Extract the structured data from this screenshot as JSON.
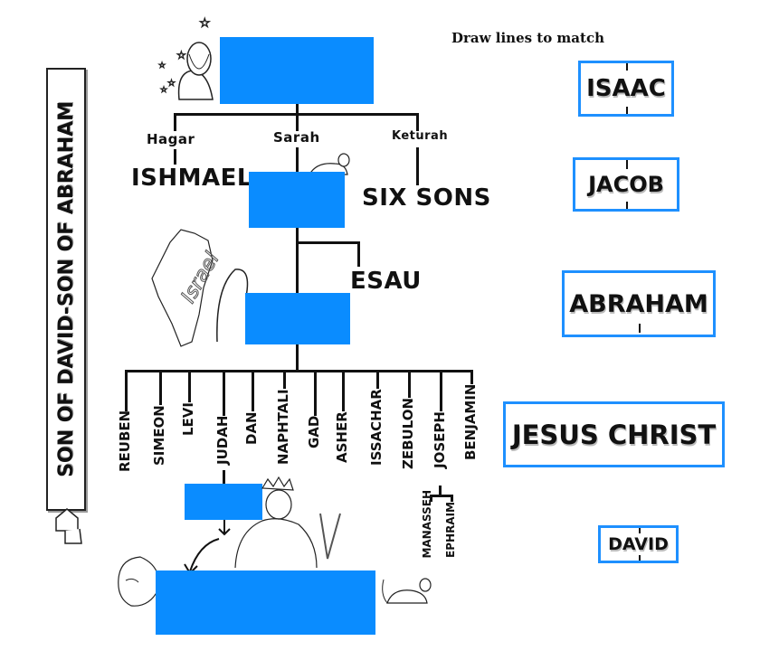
{
  "instruction": "Draw lines to match",
  "banner": "SON OF DAVID-SON OF ABRAHAM",
  "tree": {
    "wives": [
      "Hagar",
      "Sarah",
      "Keturah"
    ],
    "hagar_son": "ISHMAEL",
    "keturah_sons": "SIX SONS",
    "brother": "ESAU",
    "tribes": [
      "REUBEN",
      "SIMEON",
      "LEVI",
      "JUDAH",
      "DAN",
      "NAPHTALI",
      "GAD",
      "ASHER",
      "ISSACHAR",
      "ZEBULON",
      "JOSEPH",
      "BENJAMIN"
    ],
    "joseph_sons": [
      "MANASSEH",
      "EPHRAIM"
    ],
    "map_label": "Israel"
  },
  "match_options": [
    "ISAAC",
    "JACOB",
    "ABRAHAM",
    "JESUS CHRIST",
    "DAVID"
  ],
  "colors": {
    "blank_box": "#0a8cff",
    "option_border": "#1e90ff"
  }
}
